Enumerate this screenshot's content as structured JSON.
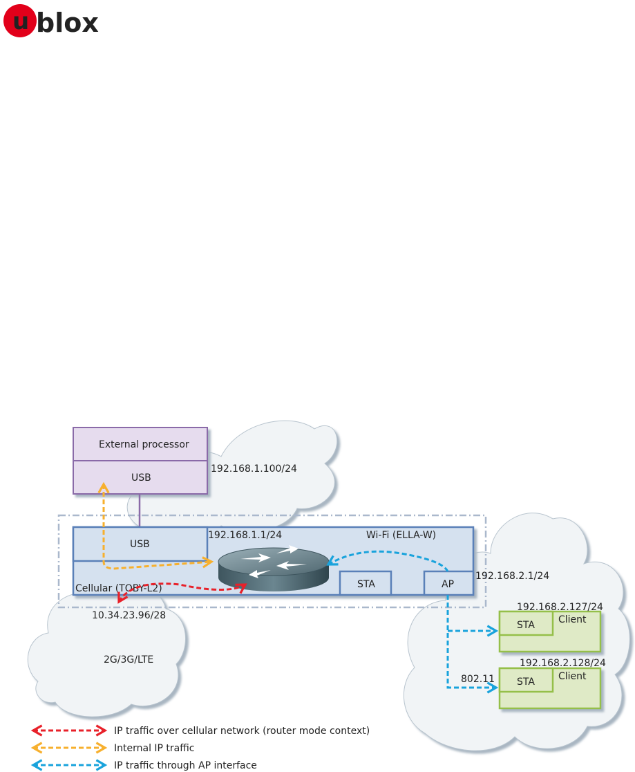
{
  "logo": {
    "text": "ublox",
    "brand_color": "#e2001a"
  },
  "diagram": {
    "external_processor": {
      "title": "External processor",
      "usb_label": "USB",
      "ip": "192.168.1.100/24"
    },
    "module": {
      "usb_label": "USB",
      "router_ip": "192.168.1.1/24",
      "wifi_label": "Wi-Fi (ELLA-W)",
      "cellular_label": "Cellular (TOBY-L2)",
      "sta_label": "STA",
      "ap_label": "AP",
      "ap_ip": "192.168.2.1/24"
    },
    "cellular_network": {
      "ip": "10.34.23.96/28",
      "label": "2G/3G/LTE"
    },
    "clients": [
      {
        "ip": "192.168.2.127/24",
        "title": "Client",
        "sta_label": "STA"
      },
      {
        "ip": "192.168.2.128/24",
        "title": "Client",
        "sta_label": "STA"
      }
    ],
    "wifi_standard": "802.11",
    "legend": [
      {
        "label": "IP traffic over cellular network (router mode context)",
        "color": "#e8212a"
      },
      {
        "label": "Internal IP traffic",
        "color": "#f7b02e"
      },
      {
        "label": "IP traffic through AP interface",
        "color": "#19a3dc"
      }
    ],
    "colors": {
      "processor_fill": "#e6dcee",
      "processor_stroke": "#8a6aa8",
      "module_fill": "#d5e1ef",
      "module_stroke": "#5a80b8",
      "client_fill": "#dfeac6",
      "client_stroke": "#95bf4a",
      "cloud_fill": "#f1f4f6",
      "cloud_shadow": "#a9b6c2"
    }
  }
}
